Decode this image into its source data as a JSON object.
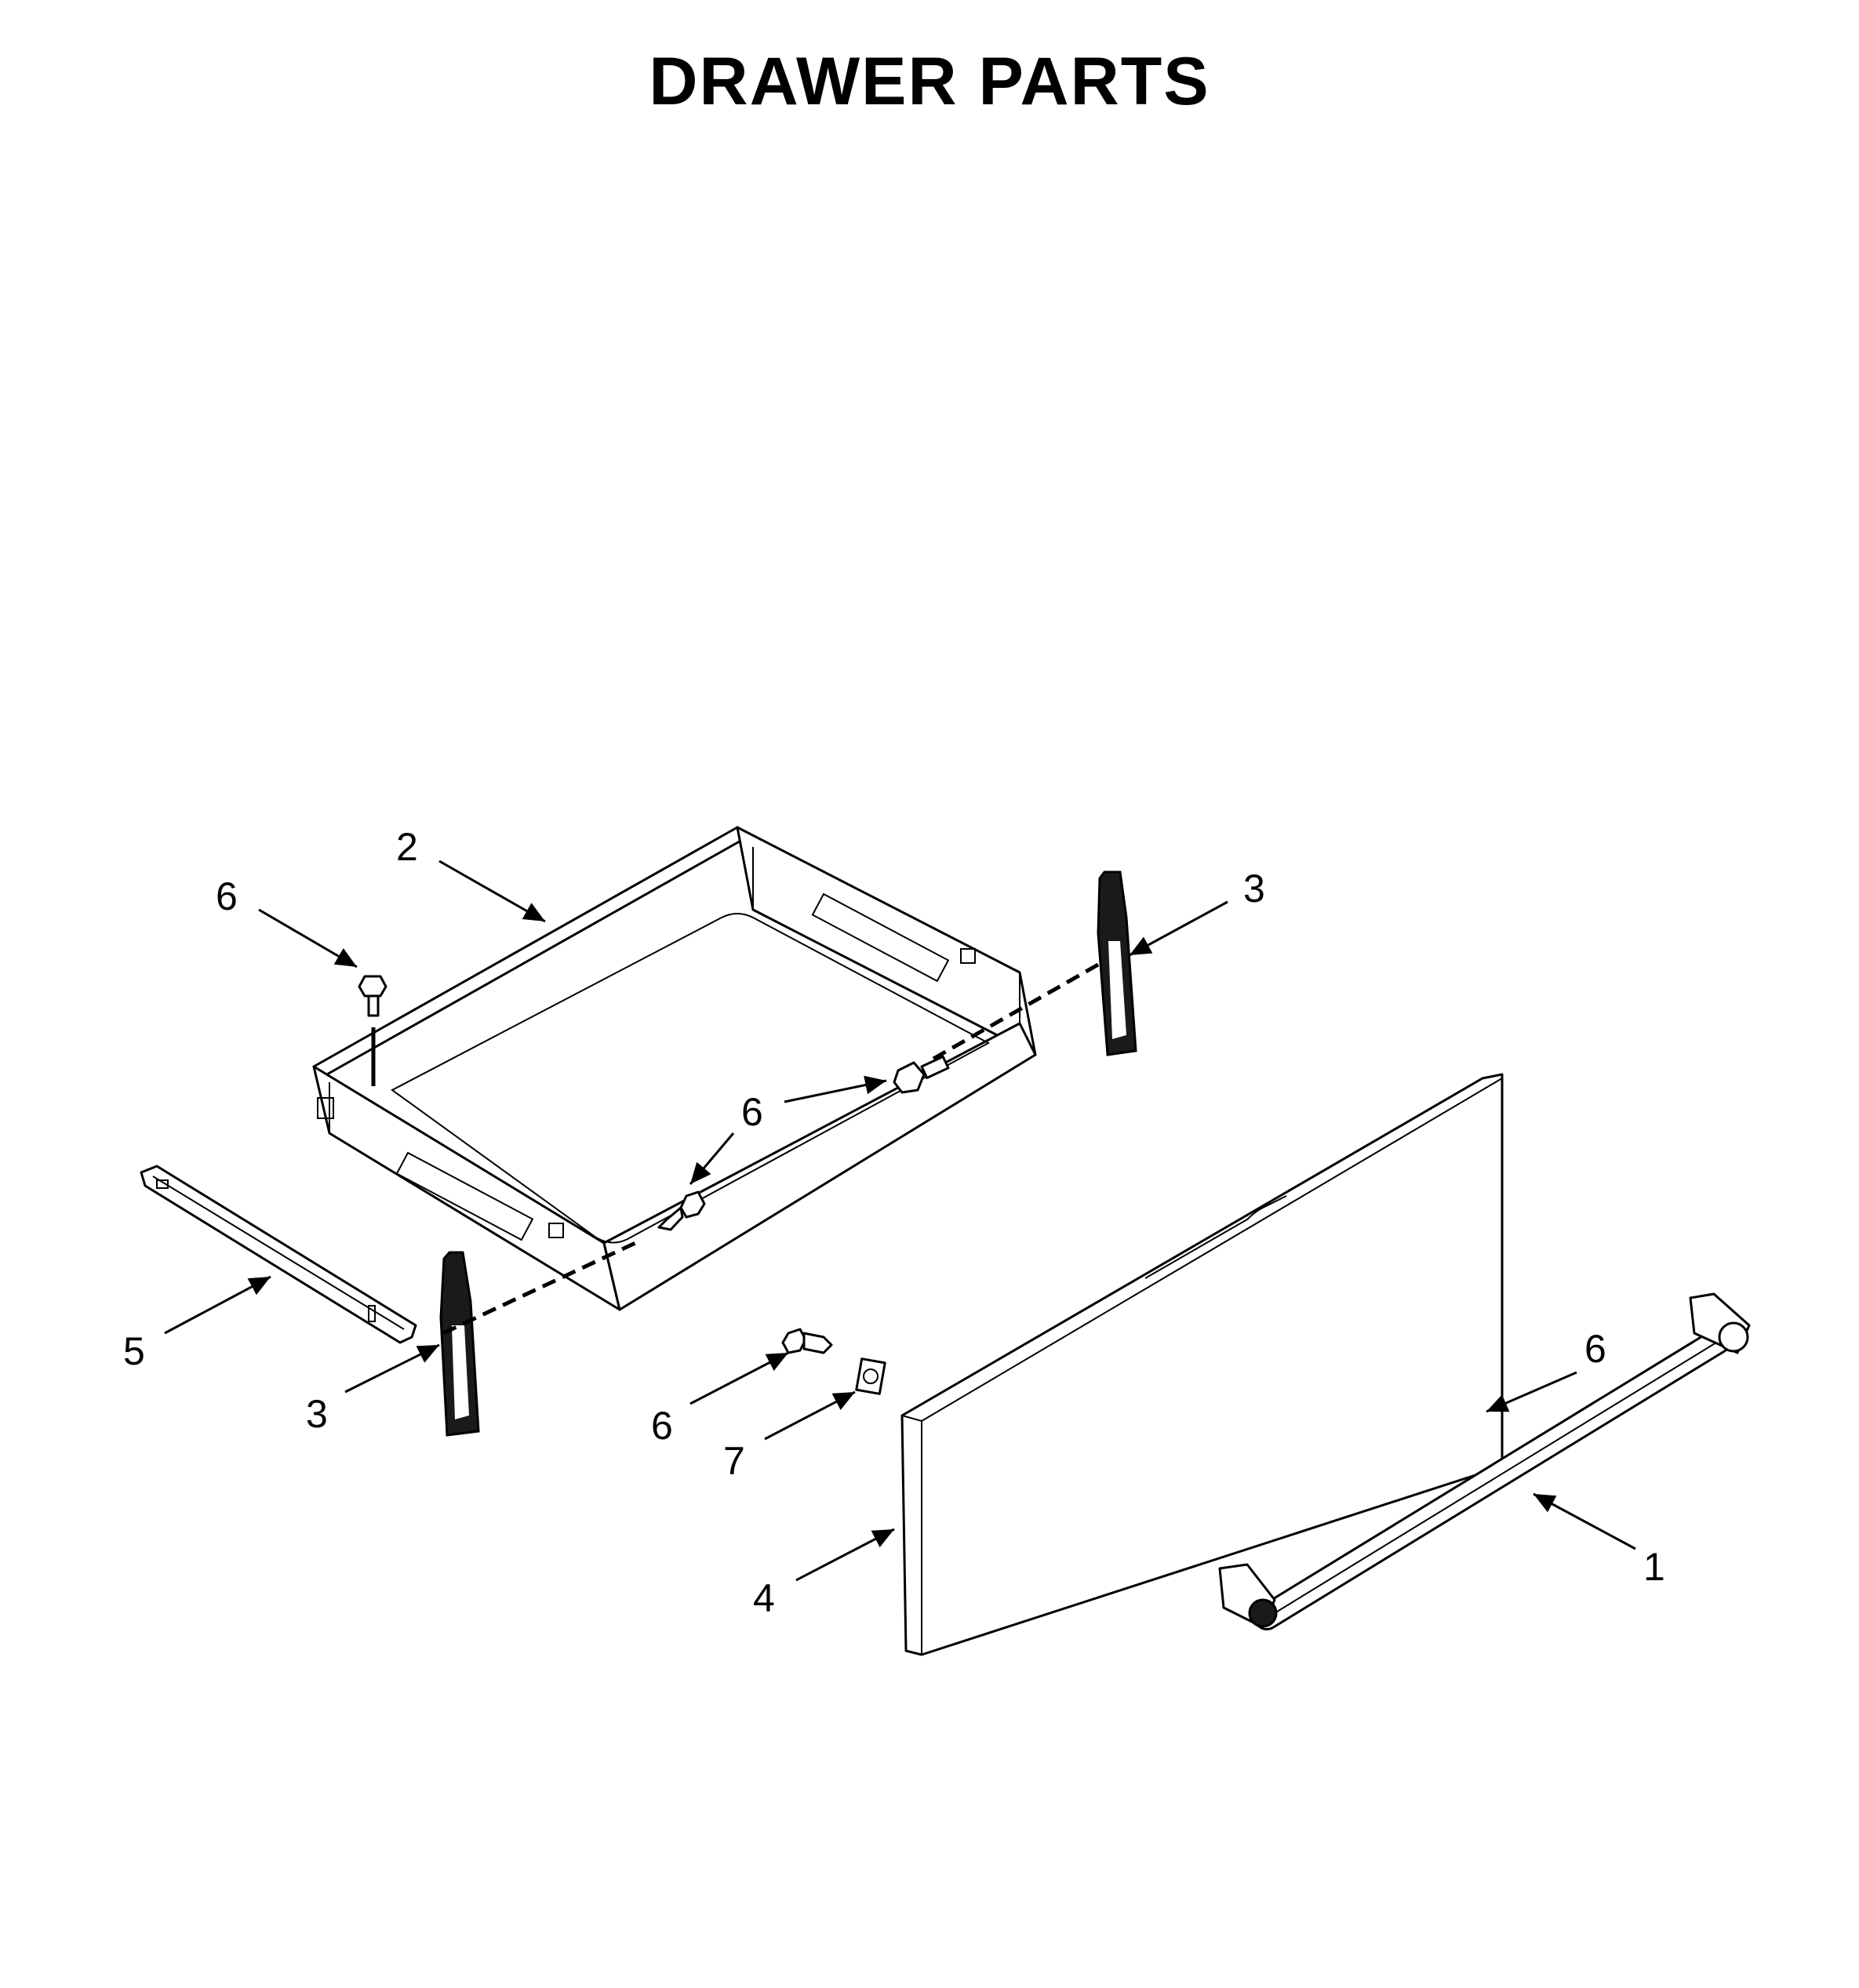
{
  "title": "DRAWER PARTS",
  "callouts": {
    "c1": "1",
    "c2": "2",
    "c3a": "3",
    "c3b": "3",
    "c4": "4",
    "c5": "5",
    "c6a": "6",
    "c6b": "6",
    "c6c": "6",
    "c6d": "6",
    "c7": "7"
  }
}
